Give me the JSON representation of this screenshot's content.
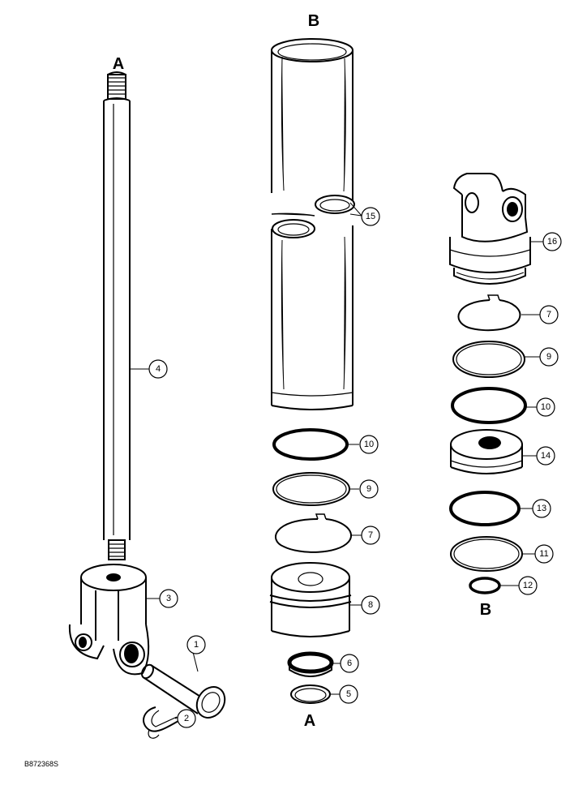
{
  "diagram": {
    "section_letters": {
      "rod_top": "A",
      "barrel_top": "B",
      "gland_bottom": "B",
      "piston_bottom": "A"
    },
    "callouts": {
      "c1": "1",
      "c2": "2",
      "c3": "3",
      "c4": "4",
      "c5": "5",
      "c6": "6",
      "c7a": "7",
      "c7b": "7",
      "c8": "8",
      "c9a": "9",
      "c9b": "9",
      "c10a": "10",
      "c10b": "10",
      "c11": "11",
      "c12": "12",
      "c13": "13",
      "c14": "14",
      "c15": "15",
      "c16": "16"
    },
    "figure_id": "B872368S"
  }
}
